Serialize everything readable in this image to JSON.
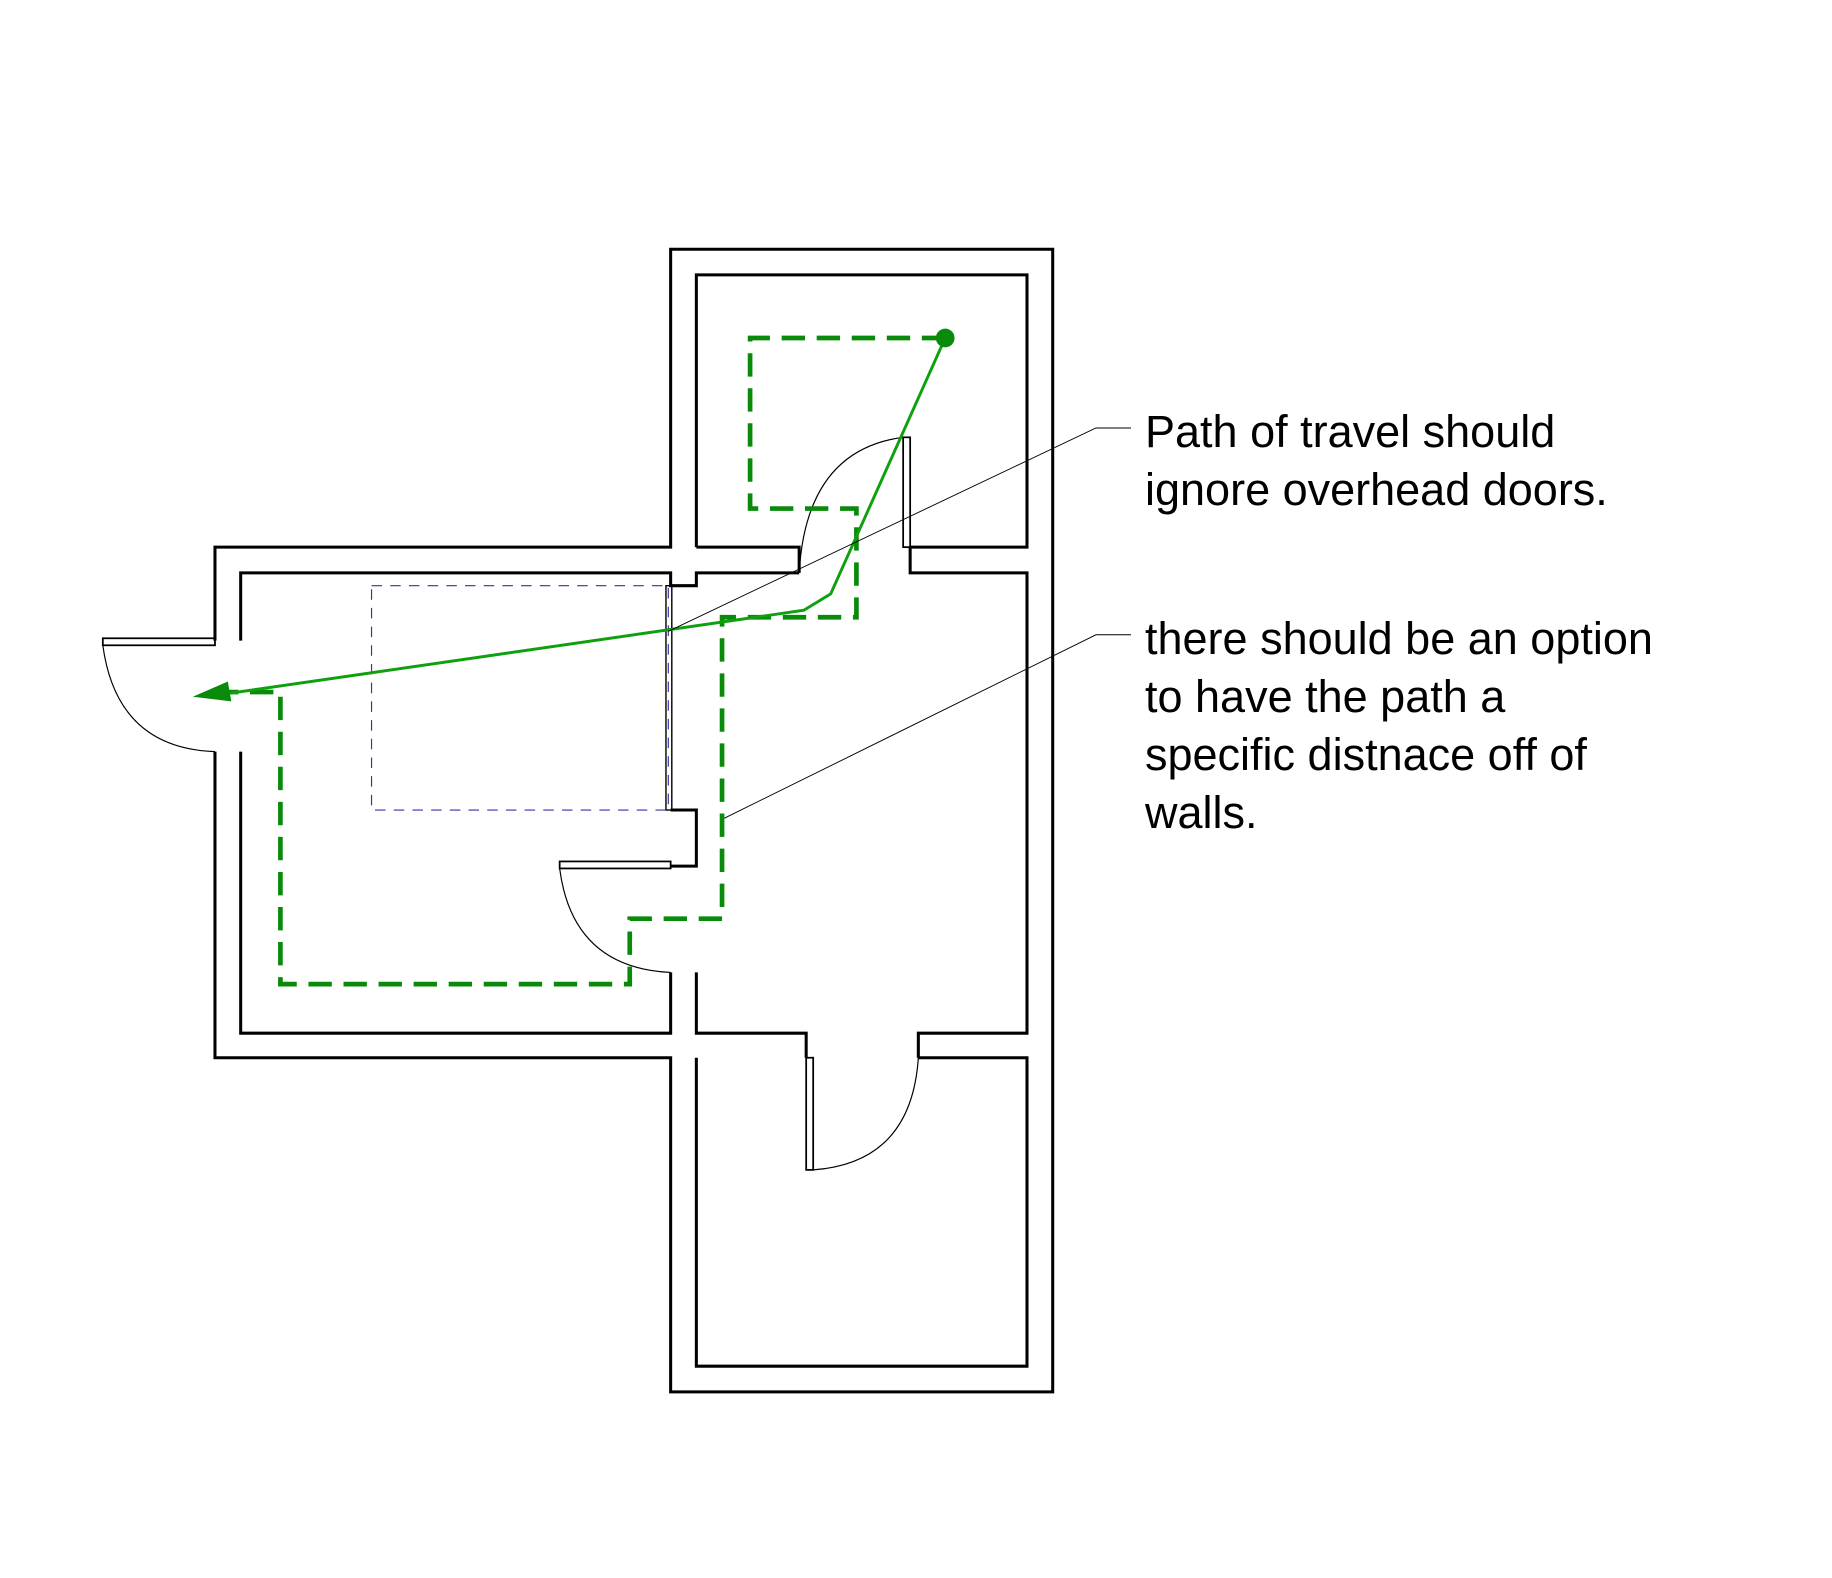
{
  "diagram": {
    "type": "floor-plan",
    "colors": {
      "walls": "#000000",
      "path": "#0a8a0a",
      "overhead_door": "#3333aa"
    },
    "annotations": [
      {
        "id": "note-1",
        "lines": [
          "Path of travel should",
          "ignore overhead doors."
        ]
      },
      {
        "id": "note-2",
        "lines": [
          "there should be an option",
          "to have the path a",
          "specific distnace off of",
          "walls."
        ]
      }
    ]
  }
}
